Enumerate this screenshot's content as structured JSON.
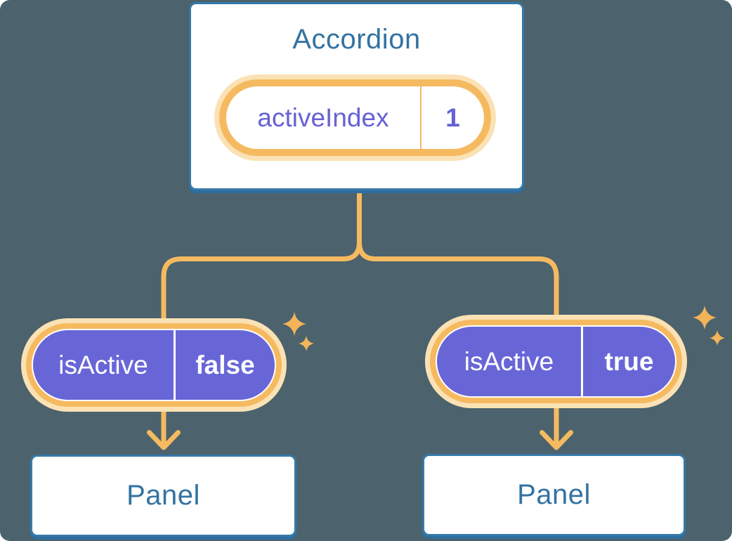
{
  "accordion": {
    "title": "Accordion",
    "prop_name": "activeIndex",
    "prop_value": "1"
  },
  "left_child": {
    "prop_name": "isActive",
    "prop_value": "false",
    "panel_label": "Panel"
  },
  "right_child": {
    "prop_name": "isActive",
    "prop_value": "true",
    "panel_label": "Panel"
  },
  "icons": {
    "sparkle": "sparkle-icon",
    "arrow": "arrow-down-icon"
  },
  "colors": {
    "background": "#4c626d",
    "node_border_blue": "#3579a9",
    "node_shadow_blue": "#2e6d9e",
    "node_text_blue": "#3373a1",
    "connector_orange": "#f5ba60",
    "pill_glow_orange": "#fbe2b5",
    "pill_purple": "#6866d7",
    "prop_text_purple": "#6661d6",
    "sparkle_orange": "#f3b459",
    "white": "#ffffff"
  }
}
